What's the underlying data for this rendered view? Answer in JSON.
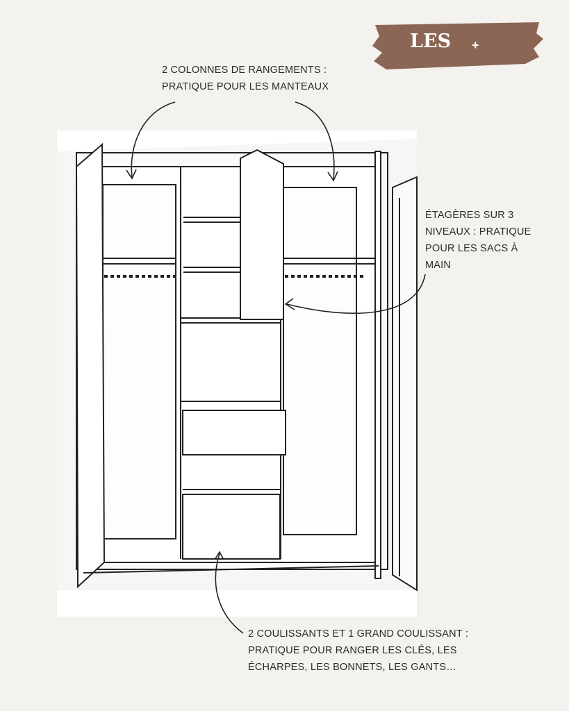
{
  "badge": {
    "title": "LES",
    "plus": "+",
    "color": "#8b6654"
  },
  "annotations": {
    "top": [
      "2 COLONNES DE RANGEMENTS :",
      "PRATIQUE POUR LES MANTEAUX"
    ],
    "right": [
      "ÉTAGÈRES SUR 3",
      "NIVEAUX : PRATIQUE",
      "POUR LES SACS À",
      "MAIN"
    ],
    "bottom": [
      "2 COULISSANTS ET 1 GRAND COULISSANT :",
      "PRATIQUE POUR RANGER LES CLÉS, LES",
      "ÉCHARPES, LES BONNETS, LES GANTS…"
    ]
  }
}
